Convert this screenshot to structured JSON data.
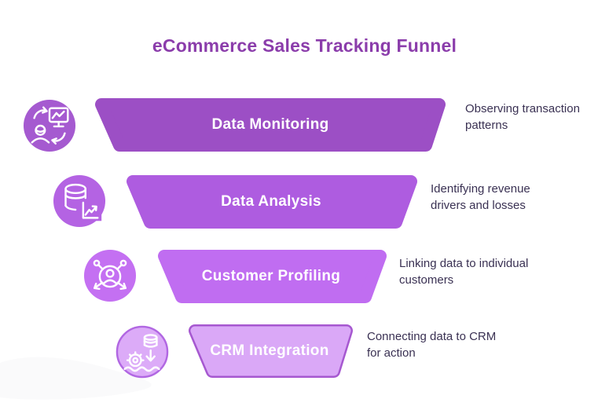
{
  "title": "eCommerce Sales Tracking Funnel",
  "colors": {
    "background": "#ffffff",
    "title_text": "#8b3dab",
    "label_text": "#ffffff",
    "description_text": "#3a3153",
    "blob": "#fafafb"
  },
  "funnel": {
    "stages": [
      {
        "label": "Data Monitoring",
        "description": "Observing transaction patterns",
        "fill": "#9c4fc5",
        "icon": "monitor-sync-person-icon",
        "icon_fill": "#a55ad0"
      },
      {
        "label": "Data Analysis",
        "description": "Identifying revenue drivers and losses",
        "fill": "#ae5ce0",
        "icon": "database-chart-icon",
        "icon_fill": "#b463e3"
      },
      {
        "label": "Customer Profiling",
        "description": "Linking data to individual customers",
        "fill": "#c06df1",
        "icon": "person-network-icon",
        "icon_fill": "#c470f2"
      },
      {
        "label": "CRM Integration",
        "description": "Connecting data to CRM for action",
        "fill": "#daa8f7",
        "border": "#a658d0",
        "icon": "database-gear-integration-icon",
        "icon_fill": "#dcabf8",
        "icon_border": "#b167e2"
      }
    ]
  }
}
